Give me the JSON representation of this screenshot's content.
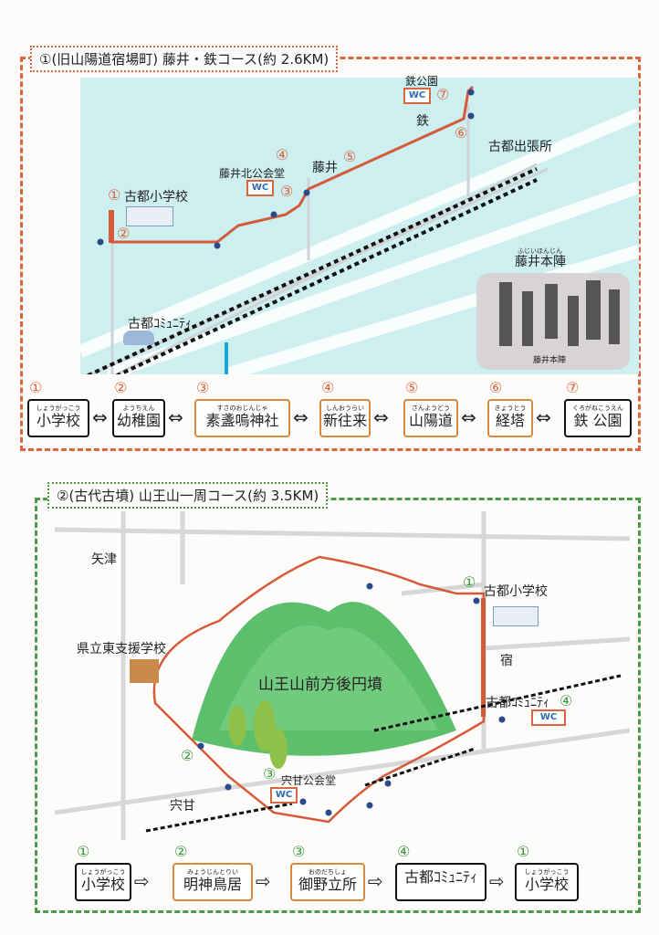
{
  "course1": {
    "title": "①(旧山陽道宿場町) 藤井・鉄コース(約 2.6KM)",
    "map_labels": {
      "tetsu_park": "鉄公園",
      "wc": "WC",
      "n7": "⑦",
      "tetsu": "鉄",
      "n6": "⑥",
      "branch_office": "古都出張所",
      "n4": "④",
      "fujii": "藤井",
      "n5": "⑤",
      "fujii_hall": "藤井北公会堂",
      "n3": "③",
      "n1": "①",
      "school": "古都小学校",
      "n2": "②",
      "community": "古都ｺﾐｭﾆﾃｨ",
      "honjin_ruby": "ふじいほんじん",
      "honjin": "藤井本陣",
      "photo_caption": "藤井本陣"
    },
    "stops": [
      {
        "num": "①",
        "ruby": "しょうがっこう",
        "name": "小学校"
      },
      {
        "num": "②",
        "ruby": "ようちえん",
        "name": "幼稚園"
      },
      {
        "num": "③",
        "ruby": "すさのおじんじゃ",
        "name": "素盞嗚神社"
      },
      {
        "num": "④",
        "ruby": "しんおうらい",
        "name": "新往来"
      },
      {
        "num": "⑤",
        "ruby": "さんようどう",
        "name": "山陽道"
      },
      {
        "num": "⑥",
        "ruby": "きょうとう",
        "name": "経塔"
      },
      {
        "num": "⑦",
        "ruby": "くろがねこうえん",
        "name": "鉄 公園"
      }
    ],
    "arrow": "⇔"
  },
  "course2": {
    "title": "②(古代古墳) 山王山一周コース(約 3.5KM)",
    "map_labels": {
      "yazu": "矢津",
      "special_school": "県立東支援学校",
      "n1": "①",
      "school": "古都小学校",
      "shuku": "宿",
      "kofun": "山王山前方後円墳",
      "community": "古都ｺﾐｭﾆﾃｨ",
      "n4": "④",
      "wc": "WC",
      "n2": "②",
      "n3": "③",
      "shishikai_hall": "宍甘公会堂",
      "shishikai": "宍甘"
    },
    "stops": [
      {
        "num": "①",
        "ruby": "しょうがっこう",
        "name": "小学校"
      },
      {
        "num": "②",
        "ruby": "みょうじんとりい",
        "name": "明神鳥居"
      },
      {
        "num": "③",
        "ruby": "おのだちしょ",
        "name": "御野立所"
      },
      {
        "num": "④",
        "ruby": "",
        "name": "古都ｺﾐｭﾆﾃｨ"
      },
      {
        "num": "①",
        "ruby": "しょうがっこう",
        "name": "小学校"
      }
    ],
    "arrow": "⇨"
  }
}
